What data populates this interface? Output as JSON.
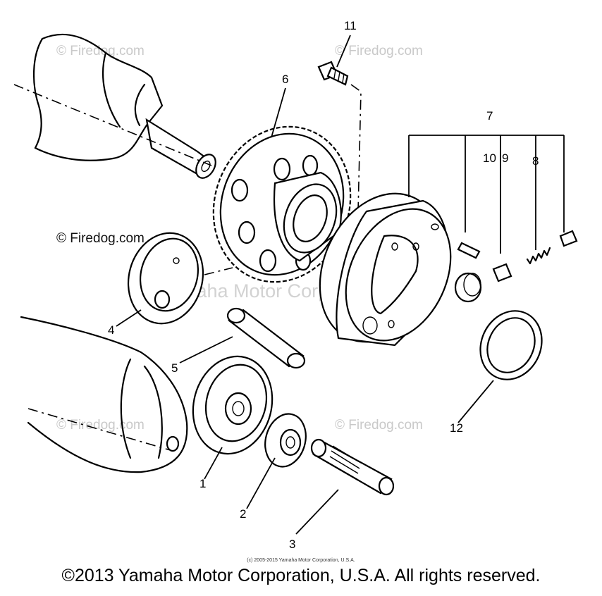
{
  "watermarks": {
    "top_left": "© Firedog.com",
    "top_right": "© Firedog.com",
    "mid_left": "© Firedog.com",
    "bottom_left": "© Firedog.com",
    "bottom_right": "© Firedog.com",
    "center": "Yamaha Motor Corp. U.S.A."
  },
  "callouts": {
    "p1": "1",
    "p2": "2",
    "p3": "3",
    "p4": "4",
    "p5": "5",
    "p6": "6",
    "p7": "7",
    "p8": "8",
    "p9": "9",
    "p10": "10",
    "p11": "11",
    "p12": "12"
  },
  "credit_small": "(c) 2005-2015 Yamaha Motor Corporation, U.S.A.",
  "copyright": "©2013 Yamaha Motor Corporation, U.S.A. All rights reserved."
}
